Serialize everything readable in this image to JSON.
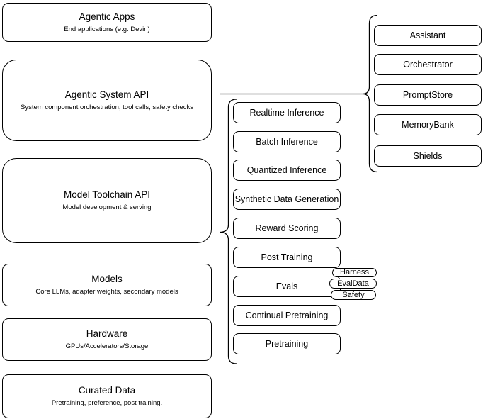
{
  "diagram": {
    "left_column": [
      {
        "title": "Agentic Apps",
        "subtitle": "End applications (e.g. Devin)"
      },
      {
        "title": "Agentic System API",
        "subtitle": "System component orchestration, tool calls, safety checks"
      },
      {
        "title": "Model Toolchain API",
        "subtitle": "Model development & serving"
      },
      {
        "title": "Models",
        "subtitle": "Core LLMs, adapter weights, secondary models"
      },
      {
        "title": "Hardware",
        "subtitle": "GPUs/Accelerators/Storage"
      },
      {
        "title": "Curated Data",
        "subtitle": "Pretraining, preference, post training."
      }
    ],
    "toolchain_components": [
      "Realtime Inference",
      "Batch Inference",
      "Quantized Inference",
      "Synthetic Data Generation",
      "Reward Scoring",
      "Post Training",
      "Evals",
      "Continual Pretraining",
      "Pretraining"
    ],
    "evals_tags": [
      "Harness",
      "EvalData",
      "Safety"
    ],
    "system_components": [
      "Assistant",
      "Orchestrator",
      "PromptStore",
      "MemoryBank",
      "Shields"
    ],
    "colors": {
      "stroke": "#000000",
      "fill": "#ffffff"
    }
  }
}
